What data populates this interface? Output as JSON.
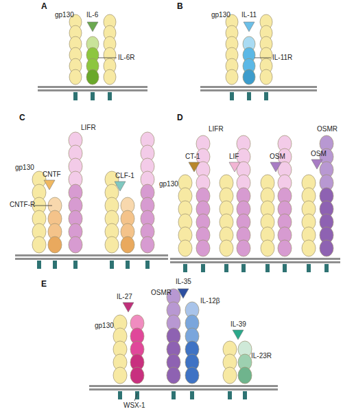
{
  "diagram": {
    "labels": [
      "A",
      "gp130",
      "IL-6",
      "IL-6R",
      "B",
      "gp130",
      "IL-11",
      "IL-11R",
      "C",
      "LIFR",
      "gp130",
      "CNTF",
      "CLF-1",
      "CNTF-R",
      "D",
      "LIFR",
      "CT-1",
      "gp130",
      "LIF",
      "OSM",
      "OSM",
      "OSMR",
      "E",
      "IL-27",
      "gp130",
      "OSMR",
      "IL-35",
      "IL-12β",
      "IL-39",
      "IL-23R",
      "WSX-1"
    ]
  }
}
